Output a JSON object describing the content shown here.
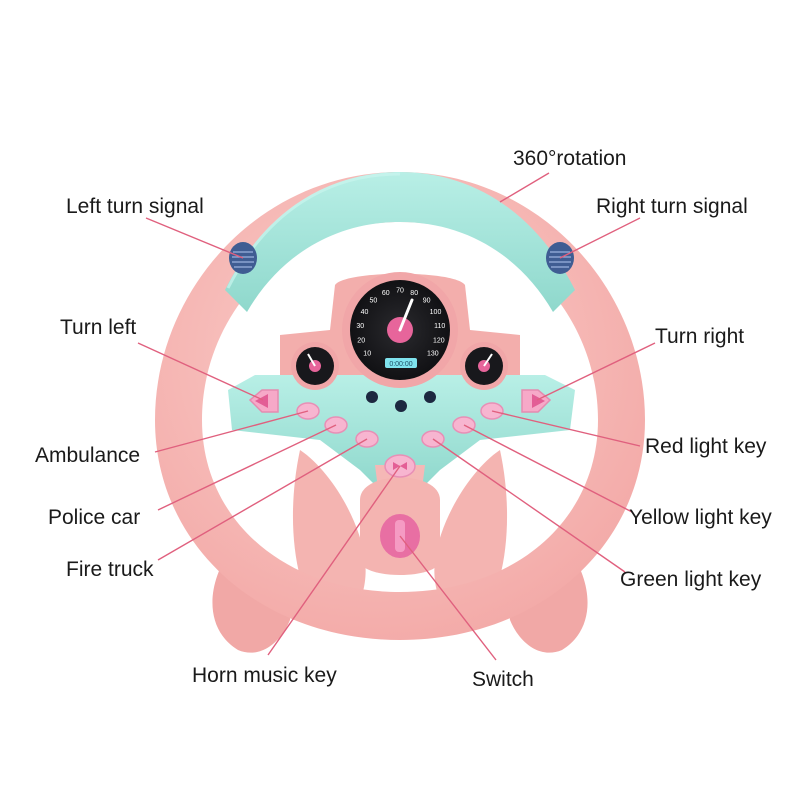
{
  "labels": {
    "rotation": "360°rotation",
    "left_turn_signal": "Left turn signal",
    "right_turn_signal": "Right turn signal",
    "turn_left": "Turn left",
    "turn_right": "Turn right",
    "ambulance": "Ambulance",
    "red_light_key": "Red light key",
    "police_car": "Police car",
    "yellow_light_key": "Yellow light key",
    "fire_truck": "Fire truck",
    "green_light_key": "Green light key",
    "horn_music_key": "Horn music key",
    "switch": "Switch"
  },
  "speedometer": {
    "ticks": [
      "10",
      "20",
      "30",
      "40",
      "50",
      "60",
      "70",
      "80",
      "90",
      "100",
      "110",
      "120",
      "130"
    ],
    "display": "0:00:00"
  },
  "colors": {
    "body_pink": "#f6b6b3",
    "mint": "#a6e6dc",
    "leader_line": "#e0607e",
    "label_text": "#1a1a1a"
  },
  "icons": {
    "turn_signal": "speaker-grille-icon",
    "turn_button": "arrow-icon",
    "horn": "horn-icon",
    "switch": "knob-icon"
  }
}
